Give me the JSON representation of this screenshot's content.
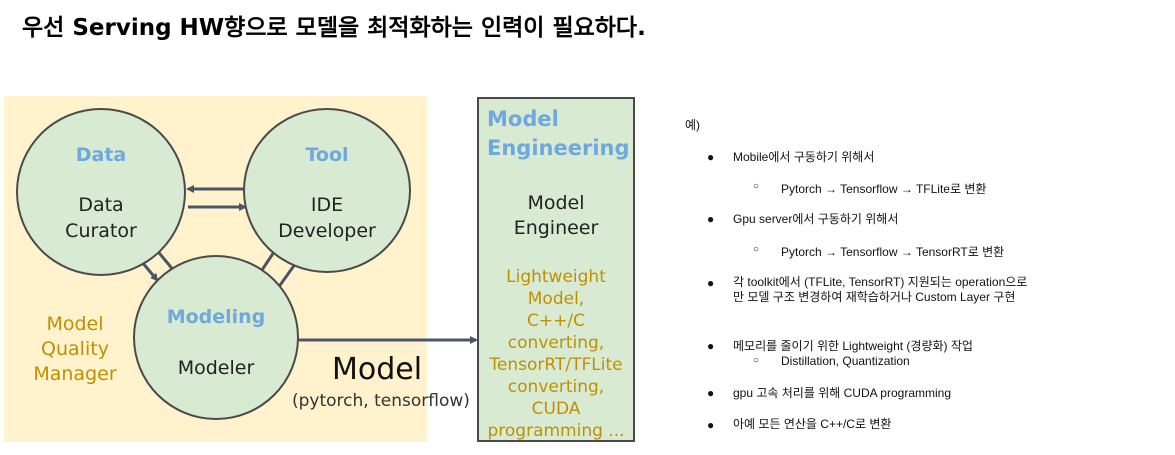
{
  "title": "우선 Serving HW향으로 모델을 최적화하는 인력이 필요하다.",
  "team": {
    "data": {
      "role": "Data",
      "person_line1": "Data",
      "person_line2": "Curator"
    },
    "tool": {
      "role": "Tool",
      "person_line1": "IDE",
      "person_line2": "Developer"
    },
    "modeling": {
      "role": "Modeling",
      "person": "Modeler"
    },
    "quality_manager": {
      "line1": "Model",
      "line2": "Quality",
      "line3": "Manager"
    }
  },
  "output": {
    "label": "Model",
    "sublabel": "(pytorch, tensorflow)"
  },
  "engineering": {
    "role_line1": "Model",
    "role_line2": "Engineering",
    "person_line1": "Model",
    "person_line2": "Engineer",
    "skills": [
      "Lightweight",
      "Model,",
      "C++/C",
      "converting,",
      "TensorRT/TFLite",
      "converting,",
      "CUDA",
      "programming ..."
    ]
  },
  "notes": {
    "intro": "예)",
    "items": [
      {
        "text": "Mobile에서 구동하기 위해서",
        "sub": [
          "Pytorch → Tensorflow → TFLite로 변환"
        ]
      },
      {
        "text": "Gpu server에서 구동하기 위해서",
        "sub": [
          "Pytorch → Tensorflow → TensorRT로 변환"
        ]
      },
      {
        "text": "각 toolkit에서 (TFLite, TensorRT) 지원되는 operation으로만 모델 구조 변경하여 재학습하거나 Custom Layer 구현",
        "sub": []
      },
      {
        "text": "메모리를 줄이기 위한 Lightweight (경량화) 작업",
        "sub": [
          "Distillation, Quantization"
        ]
      },
      {
        "text": "gpu 고속 처리를 위해 CUDA programming",
        "sub": []
      },
      {
        "text": "아예 모든 연산을 C++/C로 변환",
        "sub": []
      }
    ]
  },
  "colors": {
    "role_blue": "#6fa8dc",
    "skill_gold": "#bf9000",
    "circle_fill": "#d9ead3",
    "team_bg": "#fff2cc",
    "arrow": "#4a5568"
  }
}
